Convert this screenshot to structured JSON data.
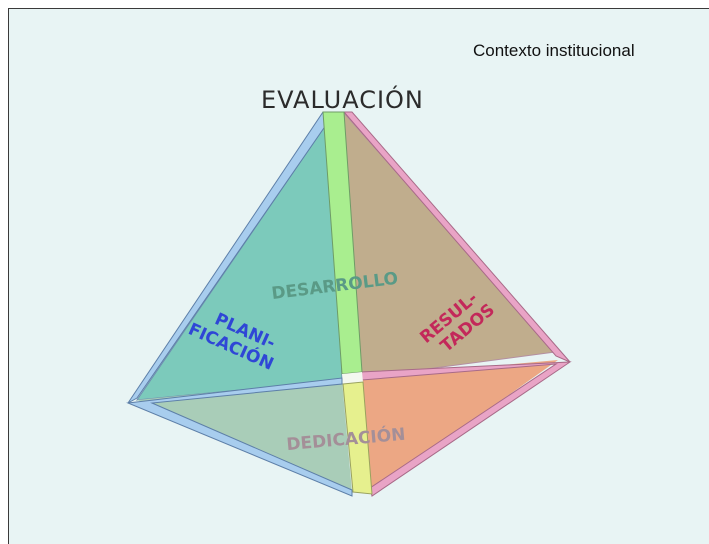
{
  "context_label": "Contexto institucional",
  "apex_label": "EVALUACIÓN",
  "faces": {
    "desarrollo": "DESARROLLO",
    "planificacion": [
      "PLANI-",
      "FICACIÓN"
    ],
    "resultados": [
      "RESUL-",
      "TADOS"
    ],
    "dedicacion": "DEDICACIÓN"
  },
  "colors": {
    "background": "#e8f4f4",
    "planificacion_face": "#7ccabb",
    "resultados_face": "#c0ad8d",
    "dedicacion_left": "#a9cdb8",
    "dedicacion_right": "#eca784",
    "blue_band": "#a8cdee",
    "pink_band": "#e9a4c6",
    "green_band": "#a9ee8f",
    "yellow_band": "#e6f08e",
    "desarrollo_text": "#5a9a86",
    "planificacion_text": "#2f46d6",
    "resultados_text": "#c3285a",
    "dedicacion_text": "#a48f98"
  }
}
